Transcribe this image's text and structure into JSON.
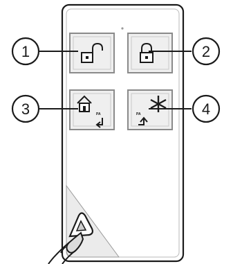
{
  "device": {
    "buttons": [
      {
        "number": "1",
        "icon": "unlocked-padlock-icon"
      },
      {
        "number": "2",
        "icon": "locked-padlock-icon"
      },
      {
        "number": "3",
        "icon": "home-panic-icon",
        "sub_label": "PA"
      },
      {
        "number": "4",
        "icon": "asterisk-panic-icon",
        "sub_label": "PA"
      }
    ]
  },
  "colors": {
    "outline": "#1a1a1a",
    "button_fill": "#efefef",
    "button_border": "#8a8a8a",
    "body_fill": "#ffffff",
    "lanyard_fill": "#dcdcdc"
  }
}
